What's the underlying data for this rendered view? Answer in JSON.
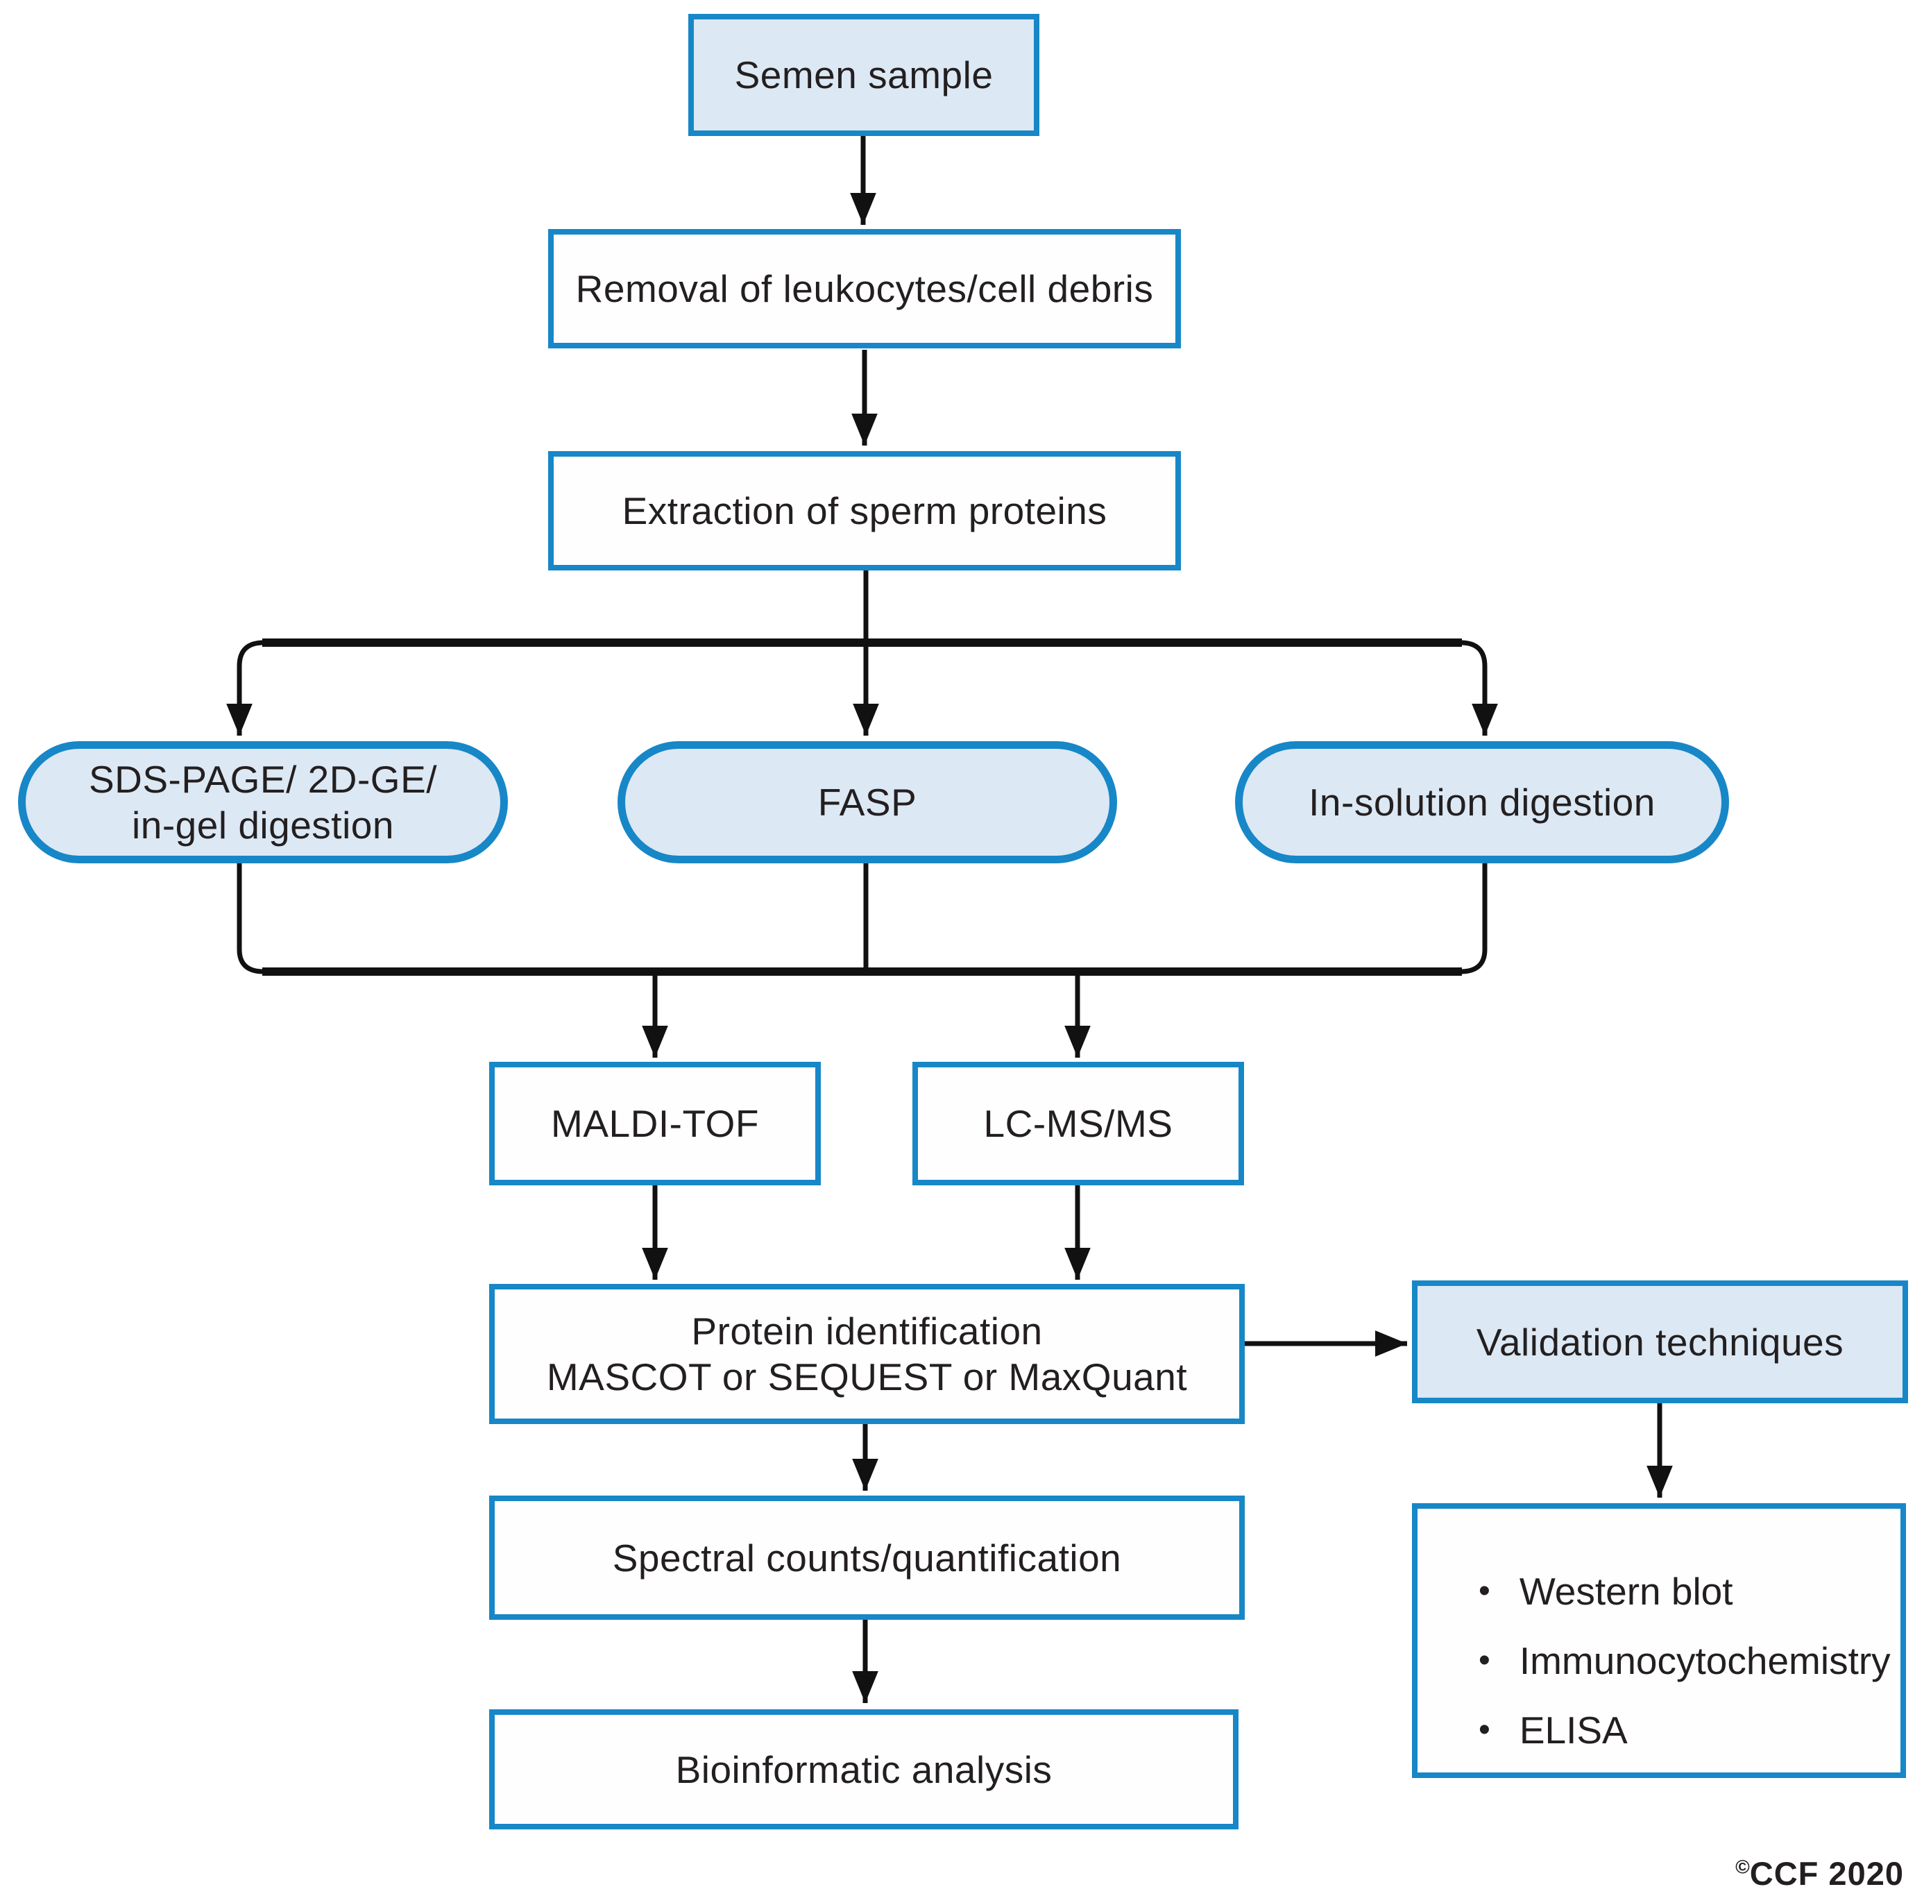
{
  "diagram": {
    "nodes": {
      "semen_sample": {
        "label": "Semen sample"
      },
      "removal": {
        "label": "Removal of leukocytes/cell debris"
      },
      "extraction": {
        "label": "Extraction of sperm proteins"
      },
      "sds_page": {
        "line1": "SDS-PAGE/ 2D-GE/",
        "line2": "in-gel digestion"
      },
      "fasp": {
        "label": "FASP"
      },
      "in_solution": {
        "label": "In-solution digestion"
      },
      "maldi_tof": {
        "label": "MALDI-TOF"
      },
      "lc_msms": {
        "label": "LC-MS/MS"
      },
      "protein_id": {
        "line1": "Protein identification",
        "line2": "MASCOT or SEQUEST or MaxQuant"
      },
      "validation": {
        "label": "Validation techniques"
      },
      "spectral": {
        "label": "Spectral counts/quantification"
      },
      "bioinformatic": {
        "label": "Bioinformatic analysis"
      }
    },
    "validation_list": {
      "bullet_glyph": "•",
      "items": [
        "Western blot",
        "Immunocytochemistry",
        "ELISA"
      ]
    },
    "footer": {
      "credit_symbol": "©",
      "credit_text": "CCF 2020"
    },
    "colors": {
      "border_blue": "#1787c7",
      "fill_light_blue": "#dce8f4",
      "text_ink": "#231f20",
      "line_black": "#111111"
    }
  }
}
